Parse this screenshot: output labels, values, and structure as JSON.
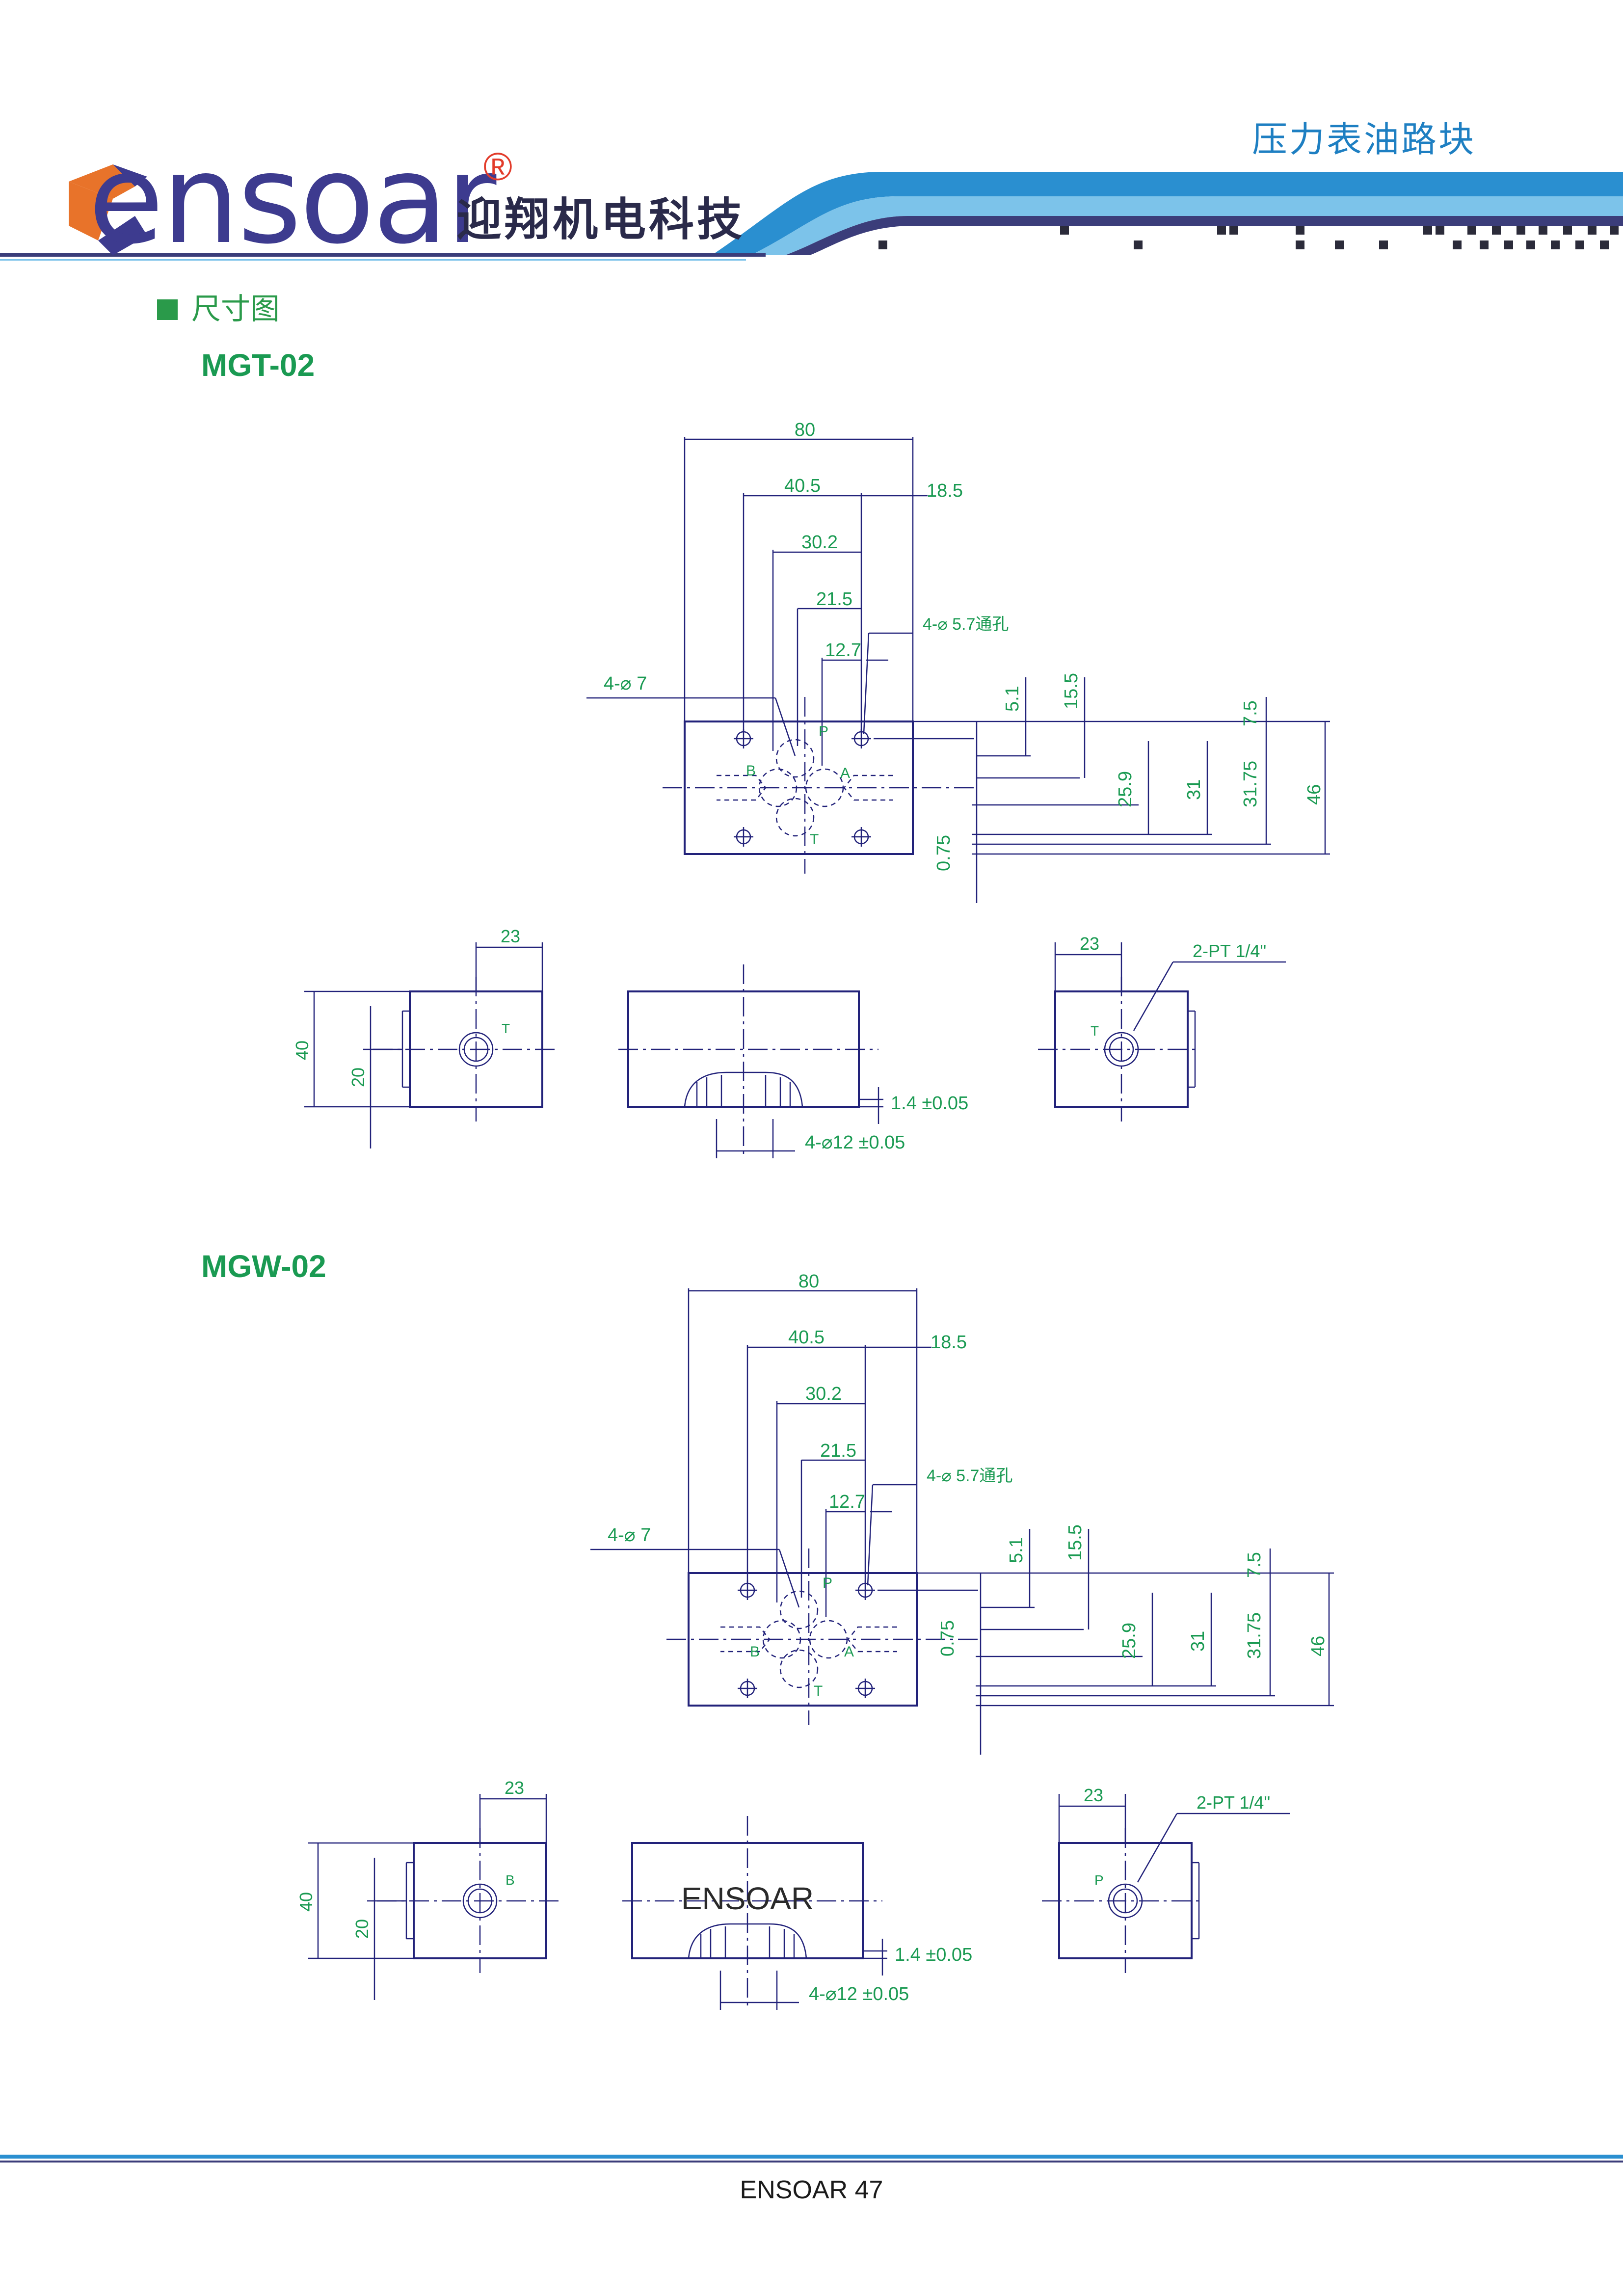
{
  "header": {
    "brand": "ensoar",
    "registered_mark": "®",
    "brand_cn": "迎翔机电科技",
    "title": "压力表油路块",
    "colors": {
      "brand_blue": "#3d3b8f",
      "brand_orange": "#e8732a",
      "accent": "#1e7fc2"
    }
  },
  "section": {
    "label": "尺寸图"
  },
  "drawings": [
    {
      "model": "MGT-02",
      "top_view": {
        "dims": [
          "80",
          "40.5",
          "18.5",
          "30.2",
          "21.5",
          "12.7",
          "4-⌀ 5.7通孔",
          "4-⌀ 7",
          "5.1",
          "15.5",
          "7.5",
          "25.9",
          "31",
          "31.75",
          "46",
          "0.75"
        ],
        "ports": [
          "P",
          "B",
          "A",
          "T"
        ]
      },
      "left_view": {
        "dims": [
          "23",
          "40",
          "20"
        ],
        "port": "T"
      },
      "front_view": {
        "dims": [
          "1.4 ±0.05",
          "4-⌀12 ±0.05"
        ],
        "marking": ""
      },
      "right_view": {
        "dims": [
          "23",
          "2-PT 1/4\""
        ],
        "port": "T"
      }
    },
    {
      "model": "MGW-02",
      "top_view": {
        "dims": [
          "80",
          "40.5",
          "18.5",
          "30.2",
          "21.5",
          "12.7",
          "4-⌀ 5.7通孔",
          "4-⌀ 7",
          "5.1",
          "15.5",
          "7.5",
          "25.9",
          "31",
          "31.75",
          "46",
          "0.75"
        ],
        "ports": [
          "P",
          "B",
          "A",
          "T"
        ]
      },
      "left_view": {
        "dims": [
          "23",
          "40",
          "20"
        ],
        "port": "B"
      },
      "front_view": {
        "dims": [
          "1.4 ±0.05",
          "4-⌀12 ±0.05"
        ],
        "marking": "ENSOAR"
      },
      "right_view": {
        "dims": [
          "23",
          "2-PT 1/4\""
        ],
        "port": "P"
      }
    }
  ],
  "footer": {
    "text": "ENSOAR  47"
  }
}
